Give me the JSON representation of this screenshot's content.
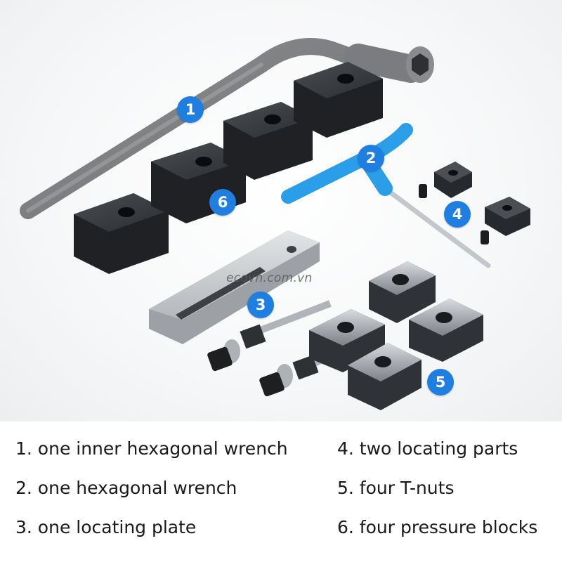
{
  "photo": {
    "watermark": "ecovn.com.vn",
    "badges": [
      "1",
      "2",
      "3",
      "4",
      "5",
      "6"
    ]
  },
  "legend": {
    "items": [
      "1. one inner hexagonal wrench",
      "2. one hexagonal wrench",
      "3. one locating plate",
      "4. two locating parts",
      "5. four T-nuts",
      "6. four pressure blocks"
    ]
  },
  "colors": {
    "badge": "#1f7fe0",
    "wrench_handle": "#2a9ee8",
    "steel": "#b9bcc0",
    "block": "#2c2f33"
  }
}
